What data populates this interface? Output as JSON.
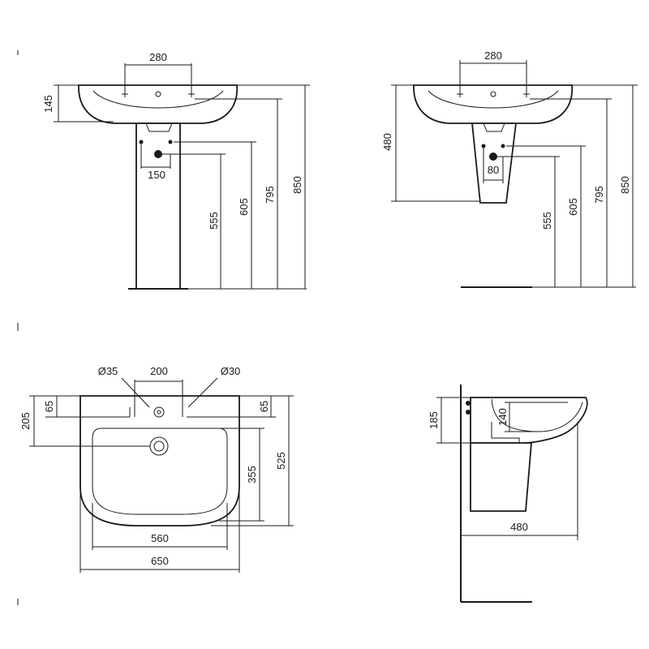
{
  "pedestal_view": {
    "tap_spacing": "280",
    "rim_height": "145",
    "waste_offset": "150",
    "waste_height": "555",
    "supply_height": "605",
    "rim_top": "795",
    "overall_height": "850"
  },
  "semi_pedestal_view": {
    "tap_spacing": "280",
    "basin_height": "480",
    "waste_offset": "80",
    "waste_height": "555",
    "supply_height": "605",
    "rim_top": "795",
    "overall_height": "850"
  },
  "plan_view": {
    "left_hole_diameter": "Ø35",
    "hole_spacing": "200",
    "right_hole_diameter": "Ø30",
    "left_hole_offset": "65",
    "right_hole_offset": "65",
    "waste_from_back": "205",
    "bowl_depth": "355",
    "overall_depth": "525",
    "bowl_width": "560",
    "overall_width": "650"
  },
  "side_view": {
    "basin_height": "185",
    "bowl_depth": "140",
    "projection": "480"
  }
}
